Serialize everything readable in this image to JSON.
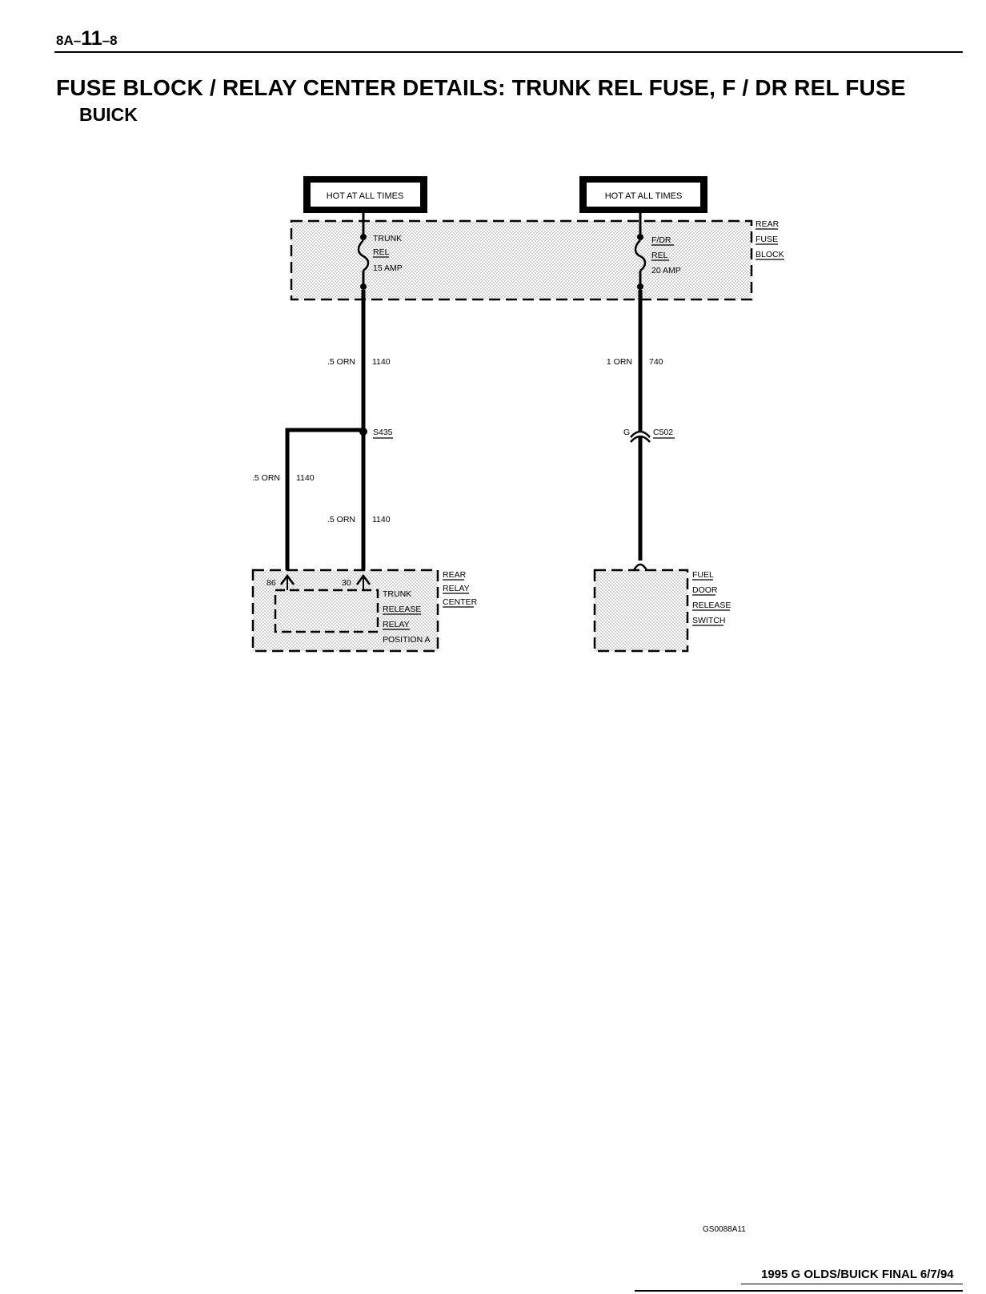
{
  "header": {
    "page_prefix": "8A–",
    "page_main": "11",
    "page_suffix": "–8",
    "title": "FUSE BLOCK / RELAY CENTER DETAILS:  TRUNK REL FUSE, F / DR REL FUSE",
    "subtitle": "BUICK"
  },
  "diagram": {
    "hot_left": "HOT AT ALL TIMES",
    "hot_right": "HOT AT ALL TIMES",
    "fuse_block": [
      "REAR",
      "FUSE",
      "BLOCK"
    ],
    "fuse_left": [
      "TRUNK",
      "REL",
      "15 AMP"
    ],
    "fuse_right": [
      "F/DR",
      "REL",
      "20 AMP"
    ],
    "wire_left_gauge": ".5 ORN",
    "wire_left_circuit": "1140",
    "wire_right_gauge": "1 ORN",
    "wire_right_circuit": "740",
    "splice": "S435",
    "connector_pin": "G",
    "connector": "C502",
    "branch_a_gauge": ".5 ORN",
    "branch_a_circuit": "1140",
    "branch_b_gauge": ".5 ORN",
    "branch_b_circuit": "1140",
    "pin_86": "86",
    "pin_30": "30",
    "relay_center": [
      "REAR",
      "RELAY",
      "CENTER"
    ],
    "relay": [
      "TRUNK",
      "RELEASE",
      "RELAY",
      "POSITION A"
    ],
    "switch": [
      "FUEL",
      "DOOR",
      "RELEASE",
      "SWITCH"
    ]
  },
  "footer": {
    "code": "GS0088A11",
    "text": "1995 G OLDS/BUICK FINAL  6/7/94"
  }
}
